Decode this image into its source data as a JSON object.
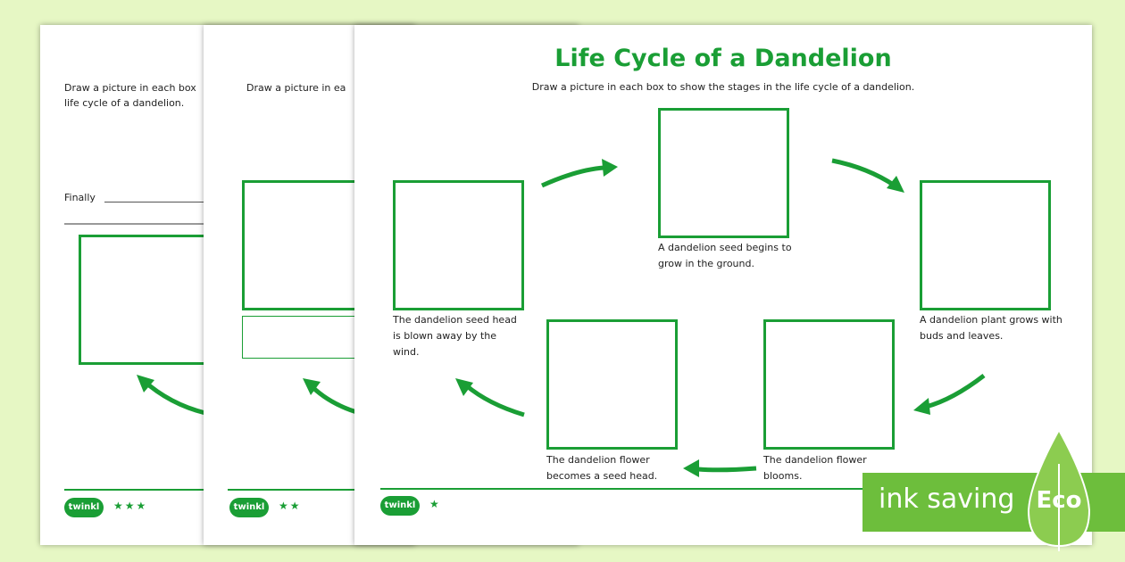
{
  "worksheet": {
    "title": "Life Cycle of a Dandelion",
    "instruction": "Draw a picture in each box to show the stages in the life cycle of a dandelion.",
    "stages": [
      "A dandelion seed begins to grow in the ground.",
      "A dandelion plant grows with buds and leaves.",
      "The dandelion flower blooms.",
      "The dandelion flower becomes a seed head.",
      "The dandelion seed head is blown away by the wind."
    ],
    "logo": "twinkl",
    "stars": "★"
  },
  "sheet1": {
    "instruction_line1": "Draw a picture in each box",
    "instruction_line2": "life cycle of a dandelion.",
    "finally_label": "Finally",
    "stars": "★★★",
    "logo": "twinkl"
  },
  "sheet2": {
    "instruction": "Draw a picture in ea",
    "stars": "★★",
    "logo": "twinkl"
  },
  "eco_badge": {
    "text": "ink saving",
    "label": "Eco"
  },
  "colors": {
    "background": "#e6f7c4",
    "accent_green": "#1a9e35",
    "eco_green": "#6dbe3c"
  }
}
